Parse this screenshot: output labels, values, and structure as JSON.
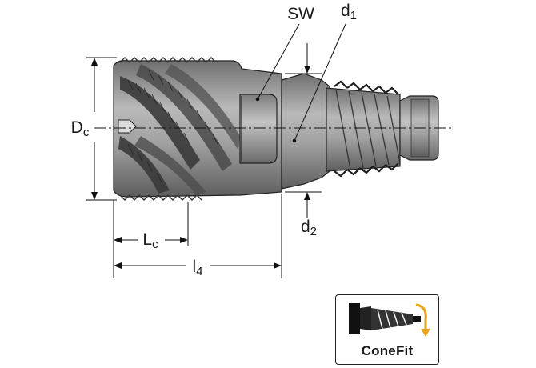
{
  "labels": {
    "sw": "SW",
    "d1_main": "d",
    "d1_sub": "1",
    "d2_main": "d",
    "d2_sub": "2",
    "dc_main": "D",
    "dc_sub": "c",
    "lc_main": "L",
    "lc_sub": "c",
    "l4_main": "l",
    "l4_sub": "4"
  },
  "badge": {
    "label": "ConeFit",
    "rotation_arrow_color": "#e8a317"
  },
  "colors": {
    "tool_body": "#8a8a8a",
    "tool_dark": "#3a3a3a",
    "tool_light": "#c8c8c8",
    "line": "#111111"
  }
}
